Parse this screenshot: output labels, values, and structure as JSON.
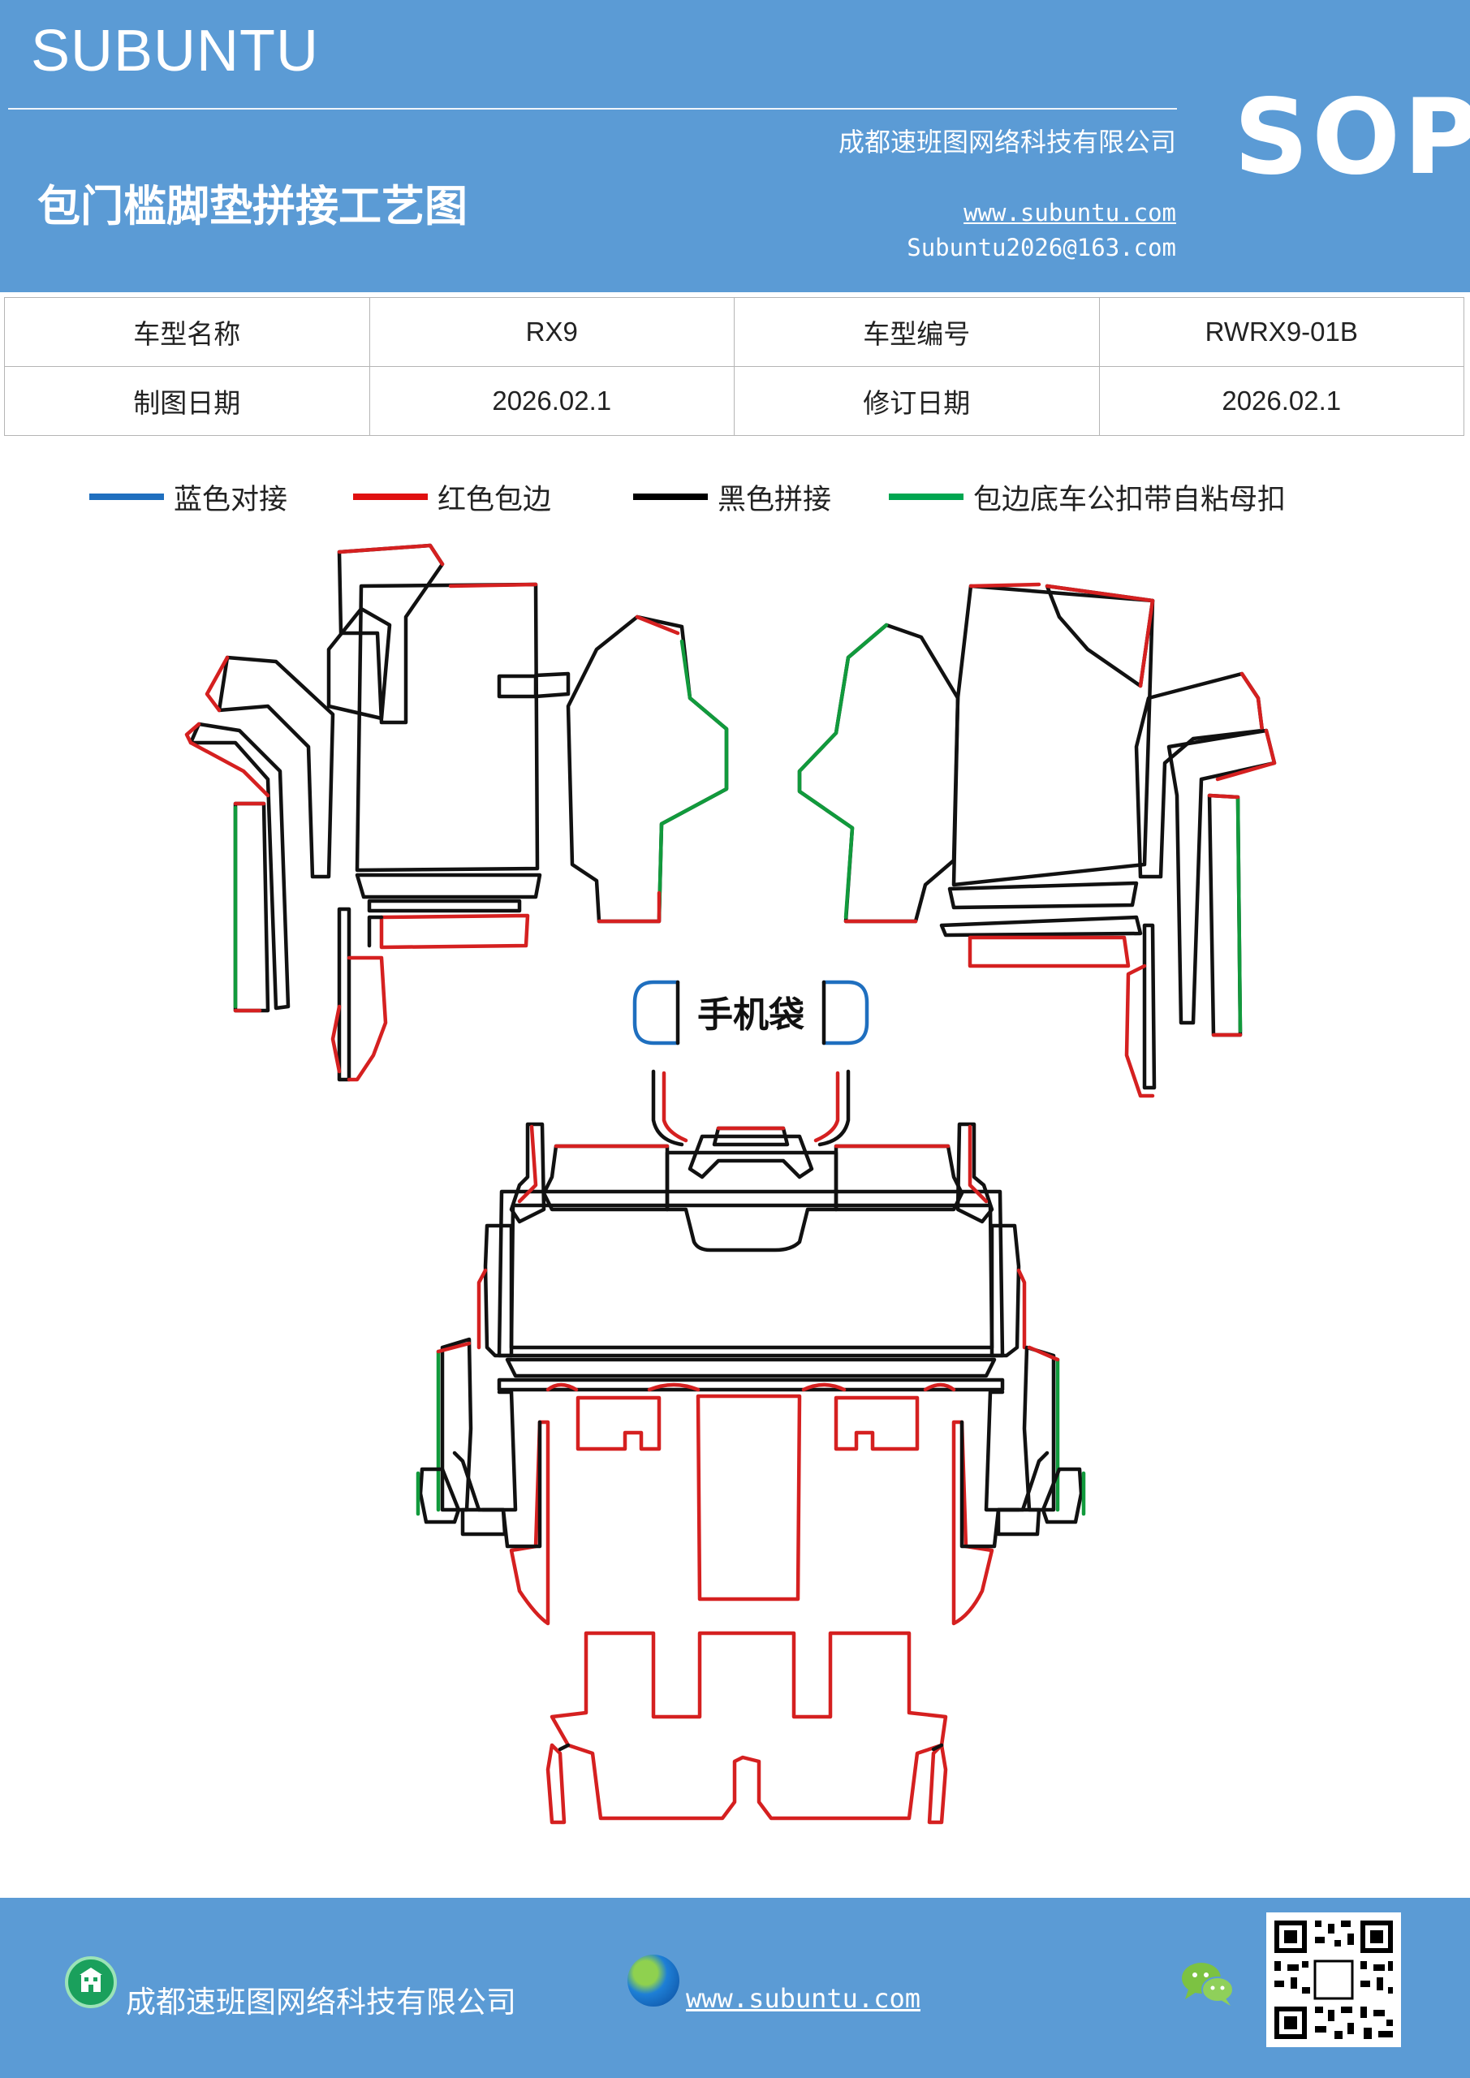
{
  "header": {
    "brand": "SUBUNTU",
    "title": "包门槛脚垫拼接工艺图",
    "company": "成都速班图网络科技有限公司",
    "website": "www.subuntu.com",
    "email": "Subuntu2026@163.com",
    "badge": "SOP"
  },
  "info_table": {
    "rows": [
      {
        "label1": "车型名称",
        "value1": "RX9",
        "label2": "车型编号",
        "value2": "RWRX9-01B"
      },
      {
        "label1": "制图日期",
        "value1": "2026.02.1",
        "label2": "修订日期",
        "value2": "2026.02.1"
      }
    ]
  },
  "legend": [
    {
      "label": "蓝色对接",
      "color": "#1f6fbf"
    },
    {
      "label": "红色包边",
      "color": "#e01010"
    },
    {
      "label": "黑色拼接",
      "color": "#000000"
    },
    {
      "label": "包边底车公扣带自粘母扣",
      "color": "#00a651"
    }
  ],
  "diagram": {
    "phone_pocket_label": "手机袋",
    "colors": {
      "blue": "#1f6fbf",
      "red": "#d52020",
      "black": "#111111",
      "green": "#119a3c"
    }
  },
  "footer": {
    "company": "成都速班图网络科技有限公司",
    "website": "www.subuntu.com",
    "icons": [
      "building-icon",
      "globe-icon",
      "wechat-icon",
      "qr-code"
    ]
  }
}
